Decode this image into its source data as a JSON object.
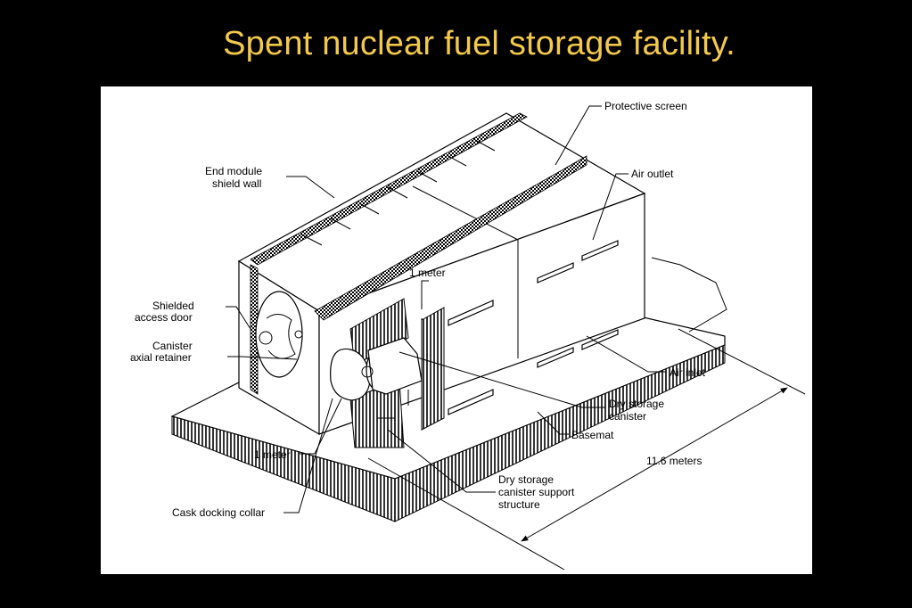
{
  "title": "Spent nuclear fuel storage facility.",
  "labels": {
    "protective_screen": "Protective screen",
    "end_module_line1": "End module",
    "end_module_line2": "shield wall",
    "air_outlet": "Air outlet",
    "one_meter_top": "1 meter",
    "shielded_line1": "Shielded",
    "shielded_line2": "access door",
    "canister_line1": "Canister",
    "canister_line2": "axial retainer",
    "air_inlet": "Air inlet",
    "dry_canister_line1": "Dry storage",
    "dry_canister_line2": "canister",
    "basemat": "Basemat",
    "one_meter_bottom": "1 meter",
    "length": "11.6 meters",
    "support_line1": "Dry storage",
    "support_line2": "canister support",
    "support_line3": "structure",
    "cask_docking": "Cask docking collar"
  },
  "colors": {
    "background": "#000000",
    "title": "#f2c94c",
    "panel": "#ffffff",
    "ink": "#000000"
  }
}
